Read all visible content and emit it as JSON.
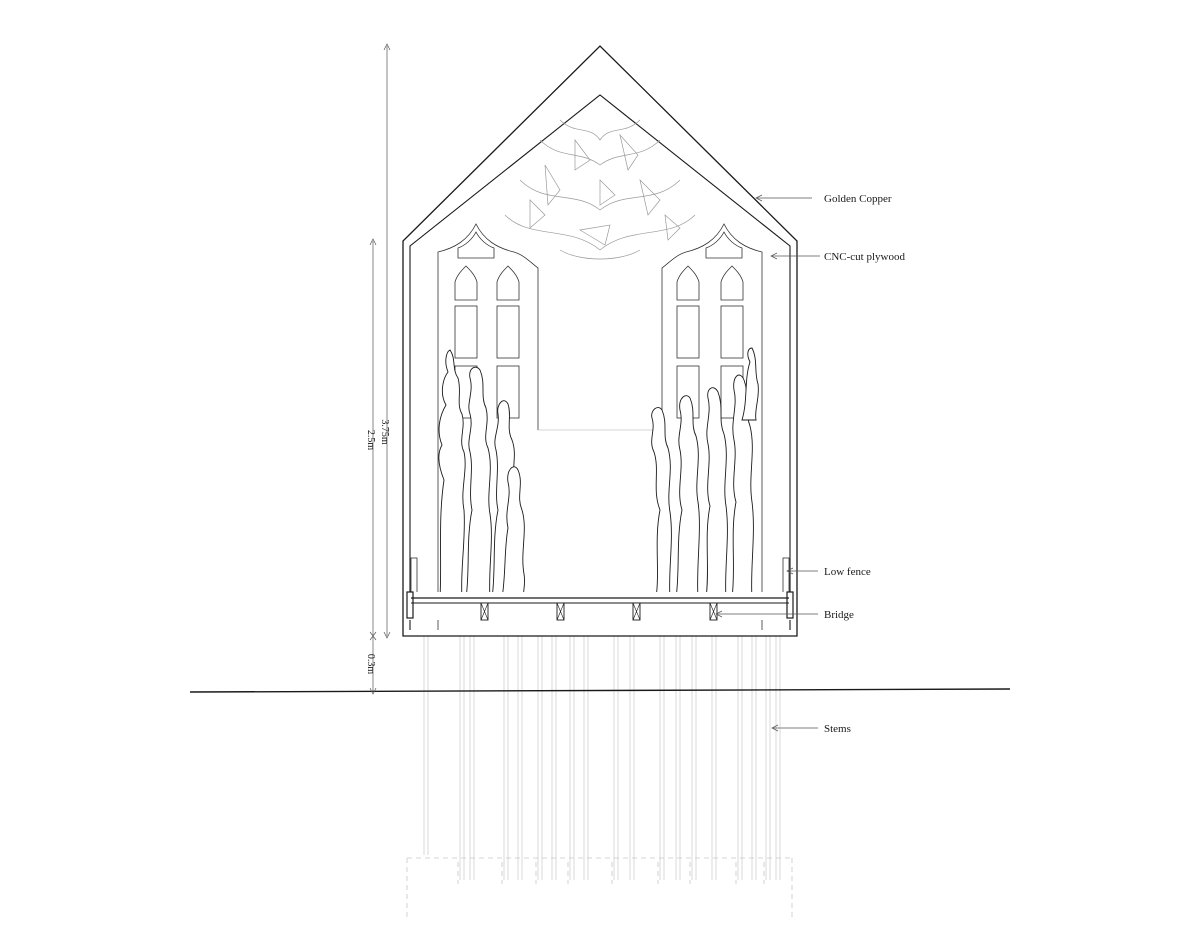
{
  "labels": {
    "golden_copper": "Golden Copper",
    "cnc_plywood": "CNC-cut plywood",
    "low_fence": "Low fence",
    "bridge": "Bridge",
    "stems": "Stems"
  },
  "dimensions": {
    "overall_height": "3.75m",
    "interior_height": "2.5m",
    "clearance": "0.3m"
  }
}
